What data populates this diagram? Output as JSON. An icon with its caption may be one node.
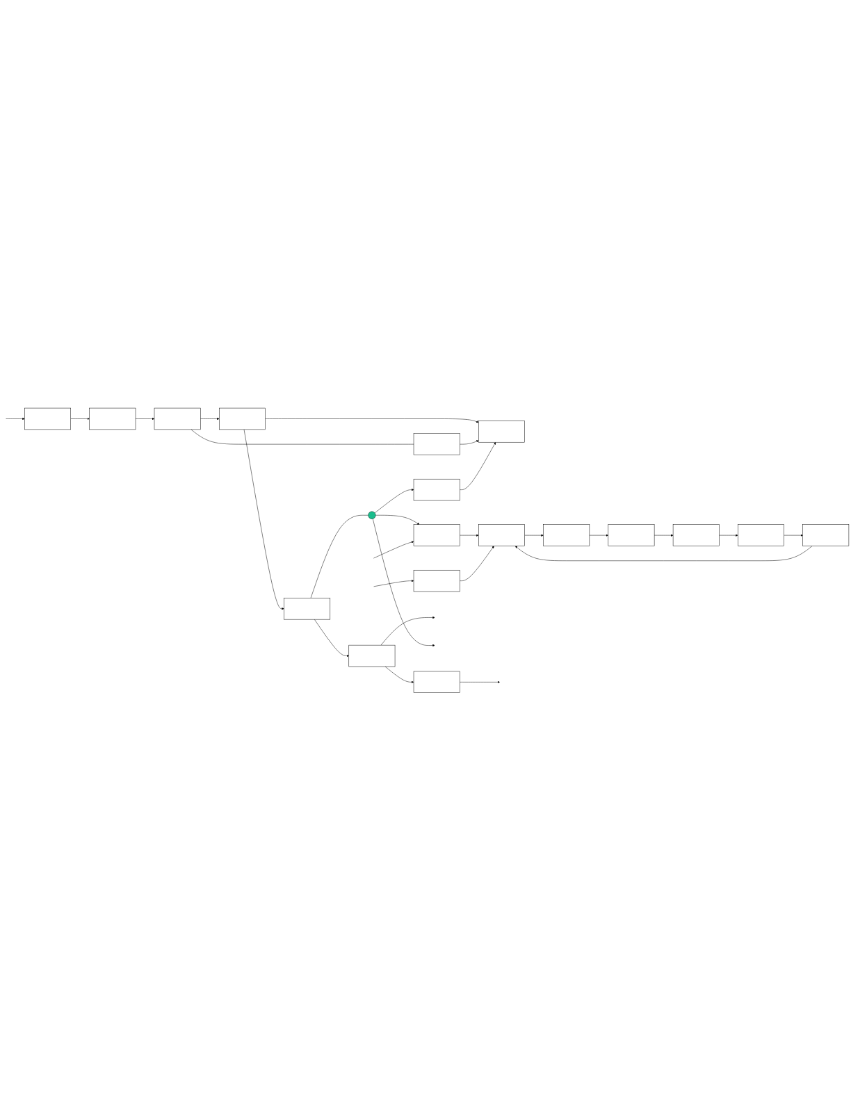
{
  "diagram": {
    "nodes": [
      {
        "text": [],
        "shape": "box"
      },
      {
        "text": [],
        "shape": "box"
      },
      {
        "text": [],
        "shape": "box"
      },
      {
        "text": [],
        "shape": "box"
      },
      {
        "text": [],
        "shape": "box"
      },
      {
        "text": [],
        "shape": "box"
      },
      {
        "text": [],
        "shape": "box"
      },
      {
        "text": [],
        "shape": "box"
      },
      {
        "text": [],
        "shape": "box"
      },
      {
        "text": [],
        "shape": "box"
      },
      {
        "text": [],
        "shape": "circle"
      },
      {
        "text": [],
        "shape": "box"
      },
      {
        "text": [],
        "shape": "box"
      },
      {
        "text": [],
        "shape": "box"
      },
      {
        "text": [],
        "shape": "box"
      },
      {
        "text": [],
        "shape": "box"
      },
      {
        "text": [],
        "shape": "box"
      },
      {
        "text": [],
        "shape": "box"
      },
      {
        "text": [],
        "shape": "box"
      }
    ],
    "edges": [
      {
        "from": null,
        "to": 0,
        "arrow": "to"
      },
      {
        "from": 0,
        "to": 1,
        "arrow": "to"
      },
      {
        "from": 1,
        "to": 2,
        "arrow": "to"
      },
      {
        "from": 2,
        "to": 3,
        "arrow": "to"
      },
      {
        "from": 2,
        "to": 6,
        "arrow": "none"
      },
      {
        "from": 3,
        "to": 8,
        "arrow": "to"
      },
      {
        "from": 6,
        "to": 8,
        "arrow": "to"
      },
      {
        "from": 3,
        "to": 4,
        "arrow": "to"
      },
      {
        "from": 4,
        "to": 5,
        "arrow": "to"
      },
      {
        "from": 5,
        "to": null,
        "arrow": "to"
      },
      {
        "from": 5,
        "to": 7,
        "arrow": "to"
      },
      {
        "from": 7,
        "to": null,
        "arrow": "to"
      },
      {
        "from": 4,
        "to": 10,
        "arrow": "none"
      },
      {
        "from": 10,
        "to": 9,
        "arrow": "to"
      },
      {
        "from": 10,
        "to": null,
        "arrow": "to"
      },
      {
        "from": 10,
        "to": 11,
        "arrow": "to"
      },
      {
        "from": 9,
        "to": 8,
        "arrow": "to"
      },
      {
        "from": null,
        "to": 11,
        "arrow": "to"
      },
      {
        "from": 11,
        "to": 12,
        "arrow": "to"
      },
      {
        "from": 12,
        "to": 13,
        "arrow": "to"
      },
      {
        "from": 13,
        "to": 14,
        "arrow": "to"
      },
      {
        "from": 14,
        "to": 15,
        "arrow": "to"
      },
      {
        "from": 15,
        "to": 16,
        "arrow": "to"
      },
      {
        "from": 16,
        "to": 18,
        "arrow": "to"
      },
      {
        "from": 18,
        "to": 12,
        "arrow": "to"
      },
      {
        "from": 17,
        "to": 12,
        "arrow": "to"
      },
      {
        "from": null,
        "to": 17,
        "arrow": "to"
      }
    ]
  }
}
